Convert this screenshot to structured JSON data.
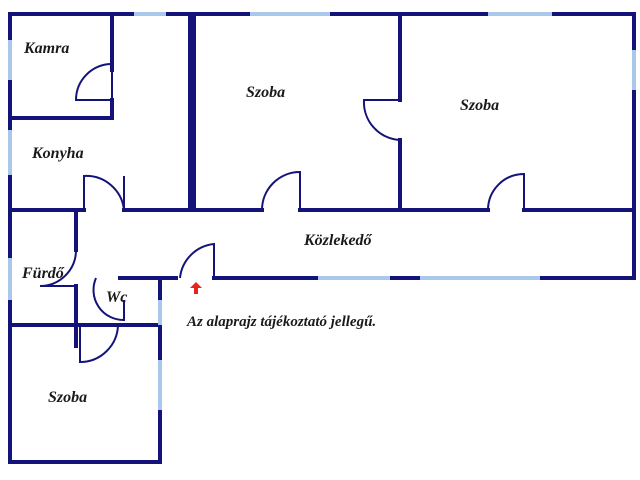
{
  "floor_plan": {
    "rooms": [
      {
        "id": "kamra",
        "label": "Kamra"
      },
      {
        "id": "konyha",
        "label": "Konyha"
      },
      {
        "id": "szoba-middle",
        "label": "Szoba"
      },
      {
        "id": "szoba-right",
        "label": "Szoba"
      },
      {
        "id": "furdo",
        "label": "Fürdő"
      },
      {
        "id": "wc",
        "label": "Wc"
      },
      {
        "id": "kozlekedo",
        "label": "Közlekedő"
      },
      {
        "id": "szoba-bottom",
        "label": "Szoba"
      }
    ],
    "note": "Az alaprajz tájékoztató jellegű.",
    "colors": {
      "wall": "#14137a",
      "window": "#a9c8ea",
      "door": "#14137a",
      "entrance_arrow": "#e8231f"
    }
  }
}
